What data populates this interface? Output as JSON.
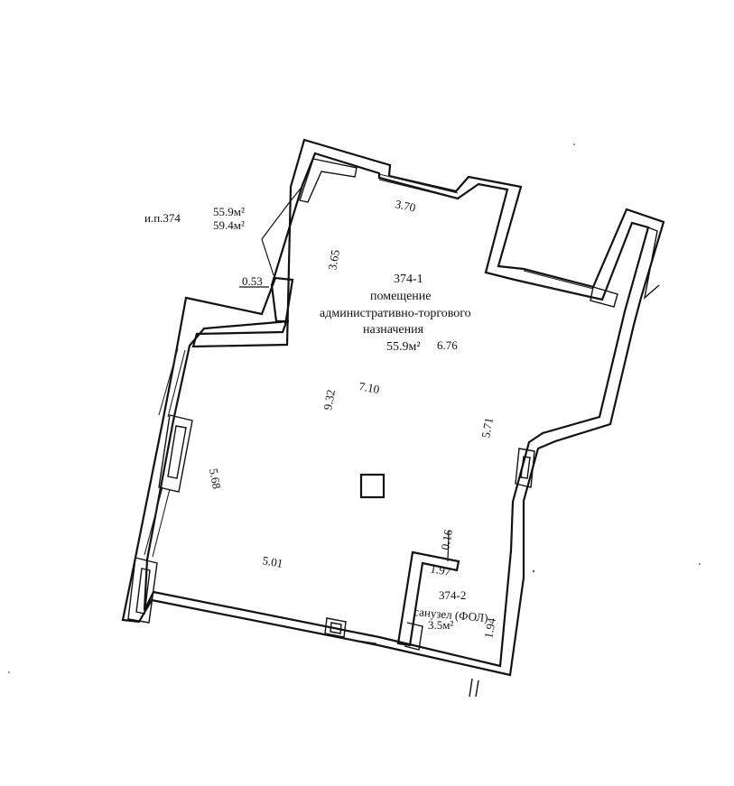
{
  "plan": {
    "summary": {
      "unit_id": "и.п.374",
      "area_total": "55.9м²",
      "area_alt": "59.4м²"
    },
    "rooms": [
      {
        "id": "374-1",
        "name_line1": "помещение",
        "name_line2": "административно-торгового",
        "name_line3": "назначения",
        "area": "55.9м²"
      },
      {
        "id": "374-2",
        "name": "санузел (ФОЛ)",
        "area": "3.5м²"
      }
    ],
    "dimensions": {
      "top_alcove": "3.70",
      "alcove_depth": "3.65",
      "small_jog": "0.53",
      "upper_right": "6.76",
      "inner_width": "7.10",
      "inner_height": "9.32",
      "right_wall": "5.71",
      "left_wall": "5.68",
      "bottom_width": "5.01",
      "wc_offset": "0.16",
      "wc_width": "1.97",
      "wc_depth": "1.94"
    }
  }
}
